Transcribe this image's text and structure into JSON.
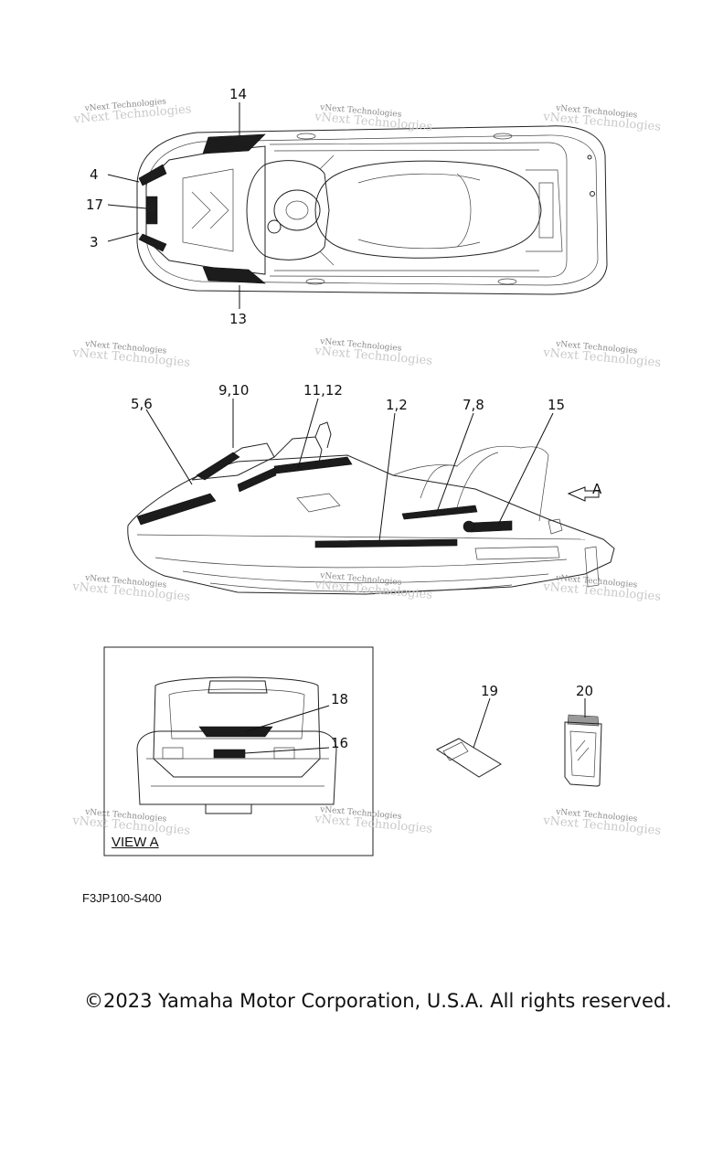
{
  "callouts": {
    "top_view": [
      "14",
      "4",
      "17",
      "3",
      "13"
    ],
    "side_view": [
      "5,6",
      "9,10",
      "11,12",
      "1,2",
      "7,8",
      "15"
    ],
    "rear_view": [
      "18",
      "16"
    ],
    "accessories": [
      "19",
      "20"
    ],
    "view_arrow": "A"
  },
  "watermark": {
    "text": "vNext Technologies"
  },
  "view_label": "VIEW A",
  "drawing_code": "F3JP100-S400",
  "copyright": "©2023 Yamaha Motor Corporation, U.S.A. All rights reserved."
}
